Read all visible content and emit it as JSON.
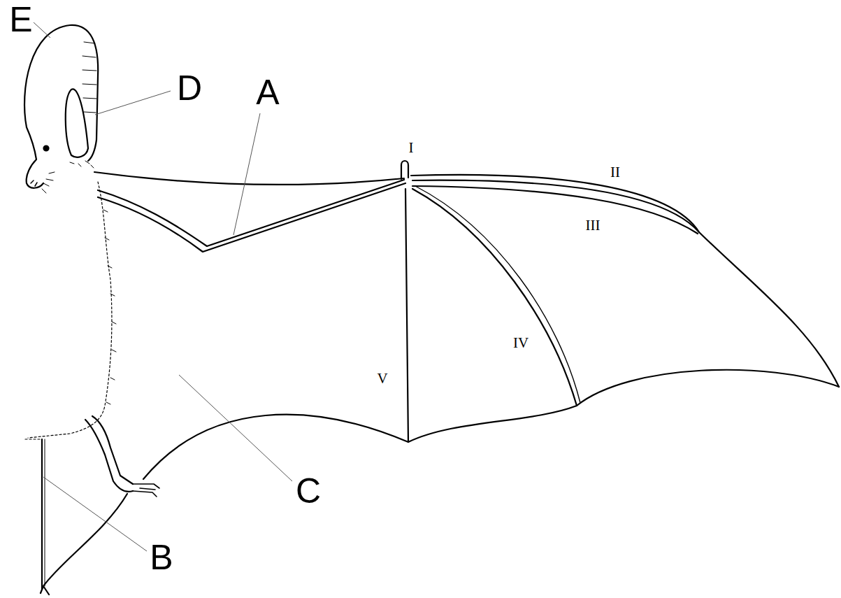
{
  "diagram": {
    "labels": [
      "E",
      "D",
      "A",
      "I",
      "II",
      "III",
      "IV",
      "V",
      "C",
      "B"
    ]
  }
}
